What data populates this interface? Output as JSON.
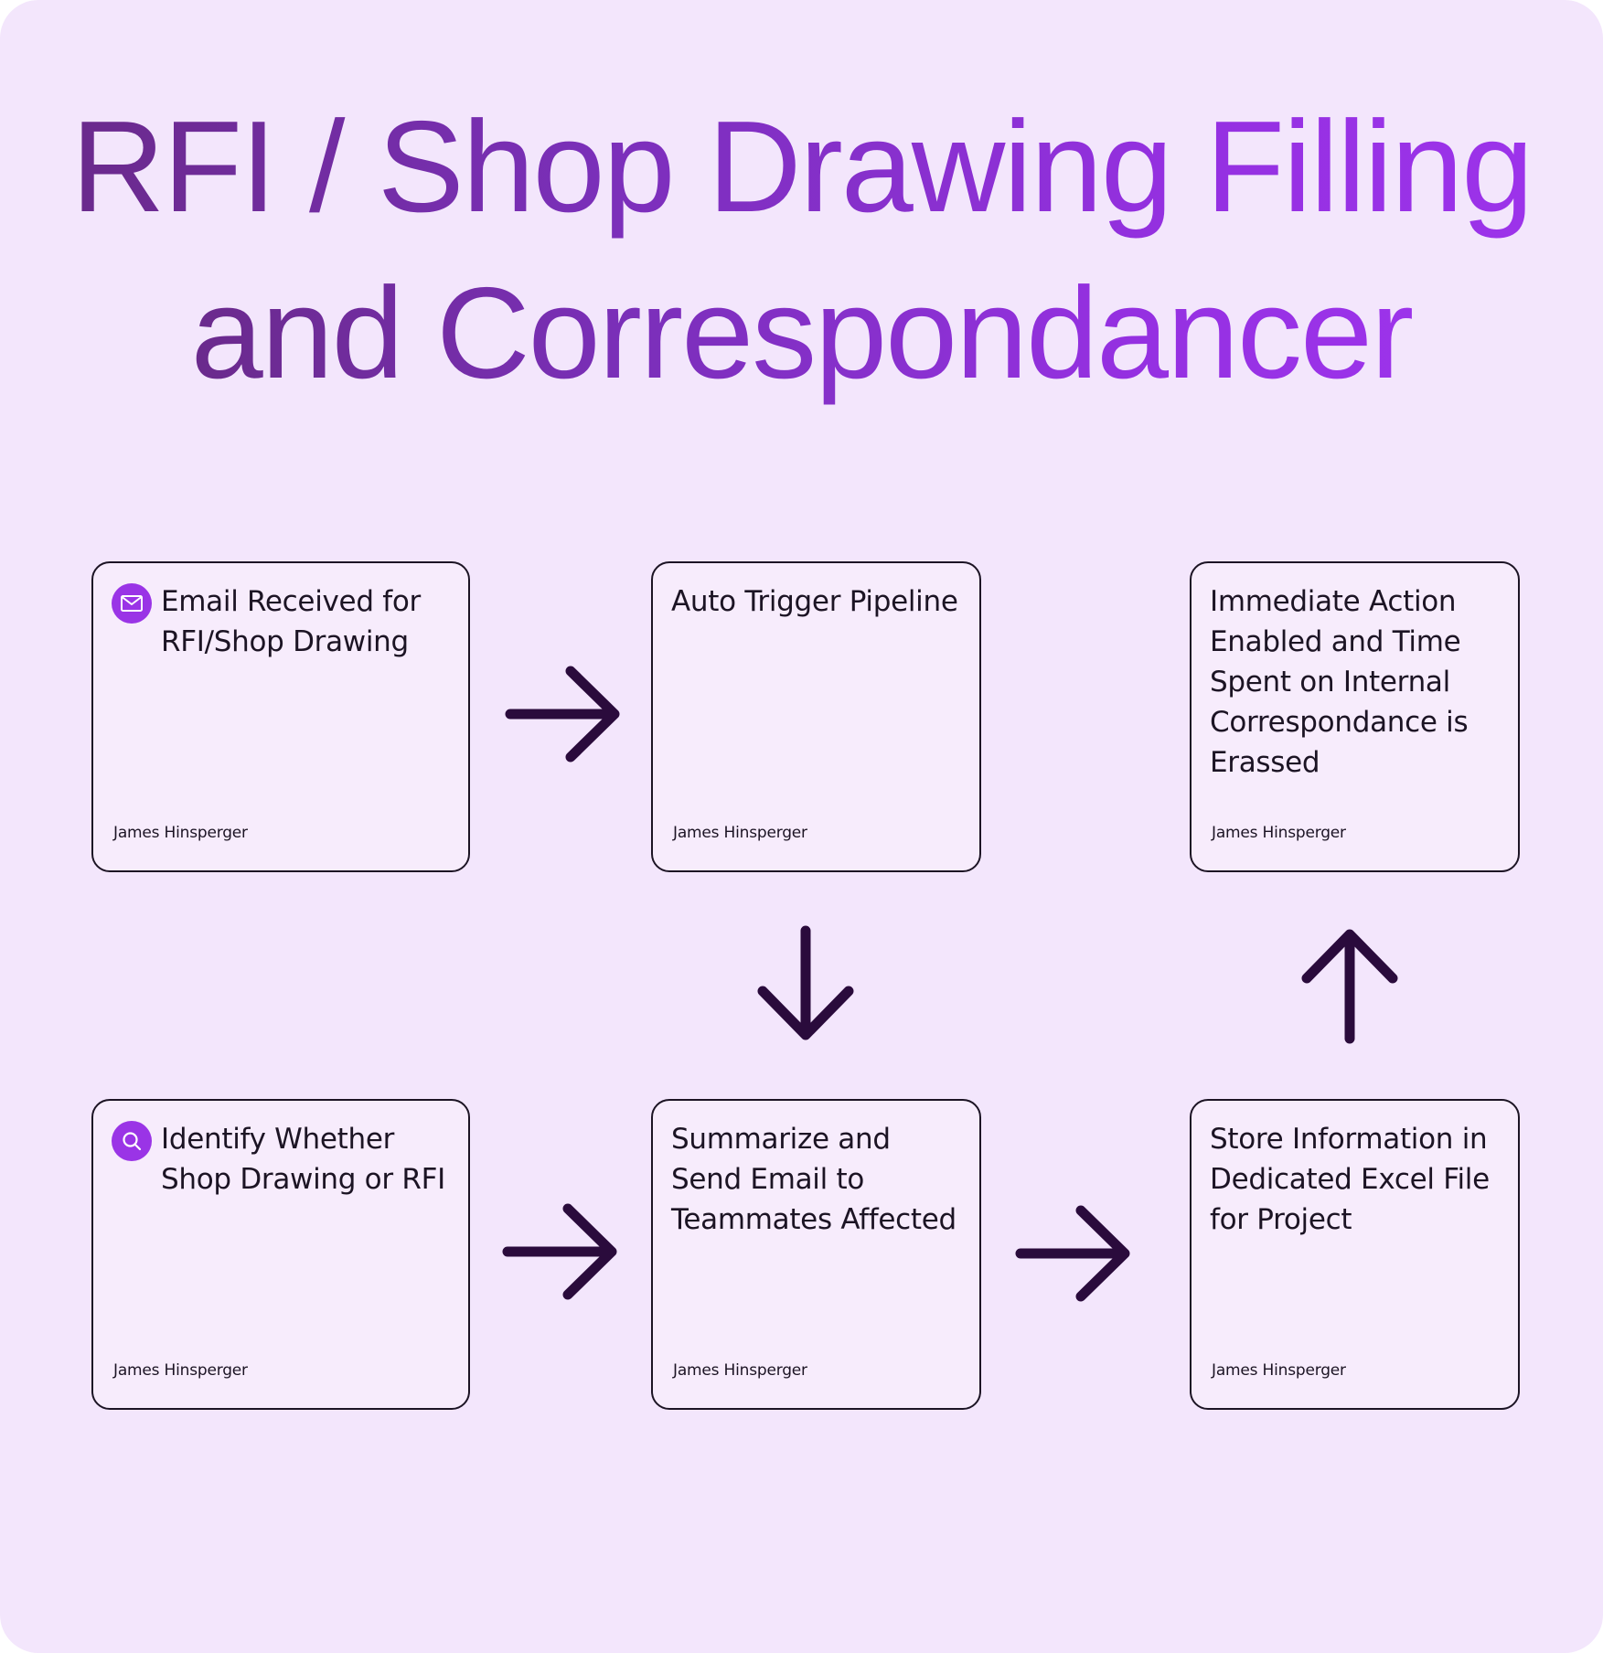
{
  "title": {
    "line1": "RFI / Shop Drawing Filling",
    "line2": "and Correspondancer"
  },
  "steps": [
    {
      "label": "Email Received for RFI/Shop Drawing",
      "author": "James Hinsperger",
      "icon": "mail-icon"
    },
    {
      "label": "Auto Trigger Pipeline",
      "author": "James Hinsperger",
      "icon": ""
    },
    {
      "label": "Immediate Action Enabled and Time Spent on Internal Correspondance is Erassed",
      "author": "James Hinsperger",
      "icon": ""
    },
    {
      "label": "Identify Whether Shop Drawing or RFI",
      "author": "James Hinsperger",
      "icon": "search-icon"
    },
    {
      "label": "Summarize and Send Email to Teammates Affected",
      "author": "James Hinsperger",
      "icon": ""
    },
    {
      "label": "Store Information in Dedicated Excel File for Project",
      "author": "James Hinsperger",
      "icon": ""
    }
  ],
  "colors": {
    "background": "#f3e6fc",
    "card_fill": "#f7ecfc",
    "border": "#1c1424",
    "arrow": "#2a0b3c",
    "icon_fill": "#9a34e6",
    "title_start": "#6a2a8c",
    "title_end": "#9c33ea"
  }
}
